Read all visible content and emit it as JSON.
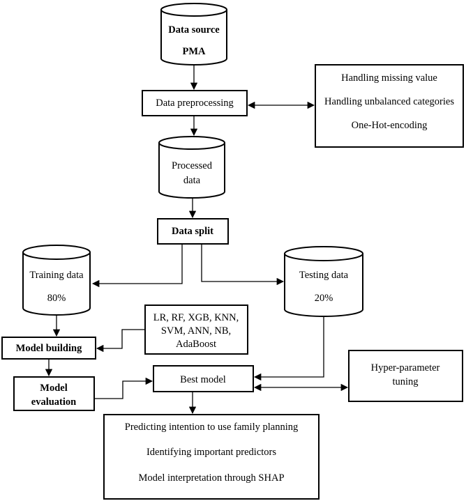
{
  "nodes": {
    "data_source": {
      "line1": "Data source",
      "line2": "PMA"
    },
    "preprocessing": {
      "label": "Data preprocessing"
    },
    "preprocessing_steps": {
      "items": [
        "Handling missing value",
        "Handling unbalanced categories",
        "One-Hot-encoding"
      ]
    },
    "processed_data": {
      "line1": "Processed",
      "line2": "data"
    },
    "data_split": {
      "label": "Data split"
    },
    "training_data": {
      "line1": "Training data",
      "line2": "80%"
    },
    "testing_data": {
      "line1": "Testing data",
      "line2": "20%"
    },
    "algorithms": {
      "line1": "LR, RF, XGB, KNN,",
      "line2": "SVM, ANN, NB,",
      "line3": "AdaBoost"
    },
    "model_building": {
      "label": "Model building"
    },
    "model_evaluation": {
      "line1": "Model",
      "line2": "evaluation"
    },
    "best_model": {
      "label": "Best model"
    },
    "hyper_tuning": {
      "line1": "Hyper-parameter",
      "line2": "tuning"
    },
    "outcomes": {
      "items": [
        "Predicting intention to use family planning",
        "Identifying important predictors",
        "Model interpretation through SHAP"
      ]
    }
  }
}
